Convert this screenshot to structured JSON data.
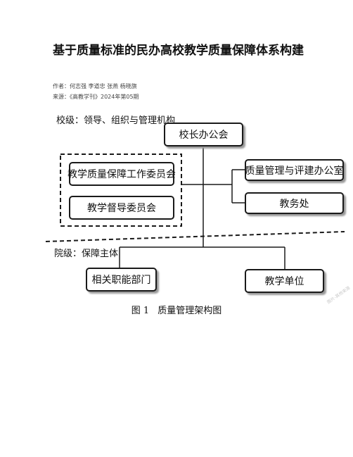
{
  "article": {
    "title": "基于质量标准的民办高校教学质量保障体系构建",
    "authors": "作者：何志强 李道忠 张燕 杨晓旗",
    "source": "来源：《高教学刊》2024年第05期"
  },
  "figure": {
    "labels": {
      "school_level": "校级：领导、组织与管理机构",
      "college_level": "院级：保障主体"
    },
    "nodes": {
      "president_office": "校长办公会",
      "quality_committee": "教学质量保障工作委员会",
      "supervision_committee": "教学督导委员会",
      "quality_eval_office": "质量管理与评建办公室",
      "academic_affairs": "教务处",
      "functional_depts": "相关职能部门",
      "teaching_units": "教学单位"
    },
    "caption": {
      "number": "图 1",
      "text": "质量管理架构图"
    },
    "watermark": "图片-其他来源"
  }
}
